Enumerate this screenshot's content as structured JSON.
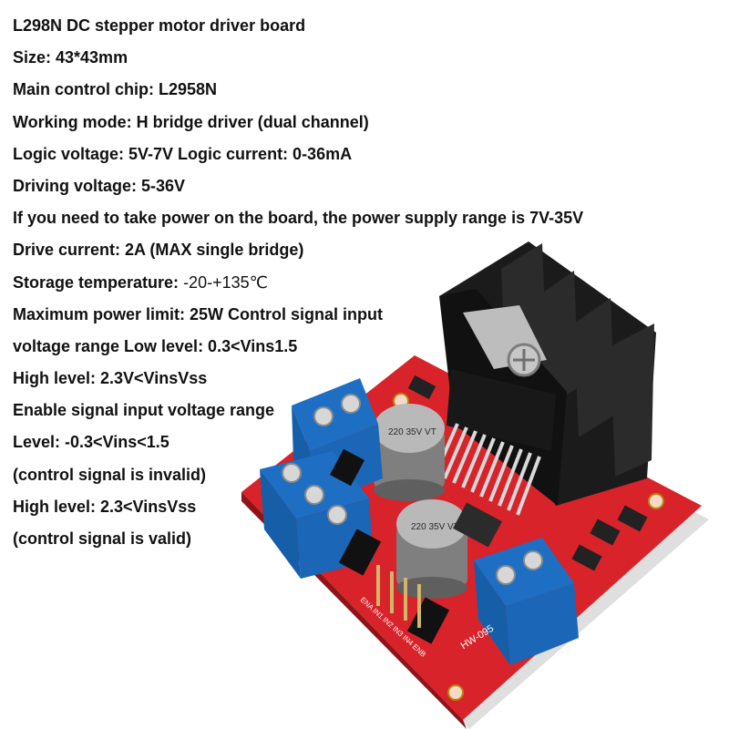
{
  "specs": {
    "line1": "L298N DC stepper motor driver board",
    "line2": "Size: 43*43mm",
    "line3": "Main control chip: L2958N",
    "line4": "Working mode: H bridge driver (dual channel)",
    "line5": "Logic voltage: 5V-7V Logic current: 0-36mA",
    "line6": "Driving voltage: 5-36V",
    "line7": "If you need to take power on the board, the power supply range is 7V-35V",
    "line8": "Drive current: 2A (MAX single bridge)",
    "line9_label": "Storage temperature: ",
    "line9_value": "-20-+135℃",
    "line10": "Maximum power limit: 25W Control signal input",
    "line11": "voltage range Low level: 0.3<Vins1.5",
    "line12": "High level: 2.3V<VinsVss",
    "line13": "Enable signal input voltage range",
    "line14": "Level: -0.3<Vins<1.5",
    "line15": " (control signal is invalid)",
    "line16": "High level: 2.3<VinsVss",
    "line17": "(control signal is valid)"
  },
  "board": {
    "capacitor_top_label": "220 35V VT",
    "capacitor_bottom_label": "220 35V VT",
    "model_label": "HW-095",
    "pin_labels": "ENA IN1 IN2 IN3 IN4 ENB"
  },
  "colors": {
    "pcb": "#d8232a",
    "terminal": "#1e6fc4",
    "heatsink": "#1b1b1b"
  }
}
